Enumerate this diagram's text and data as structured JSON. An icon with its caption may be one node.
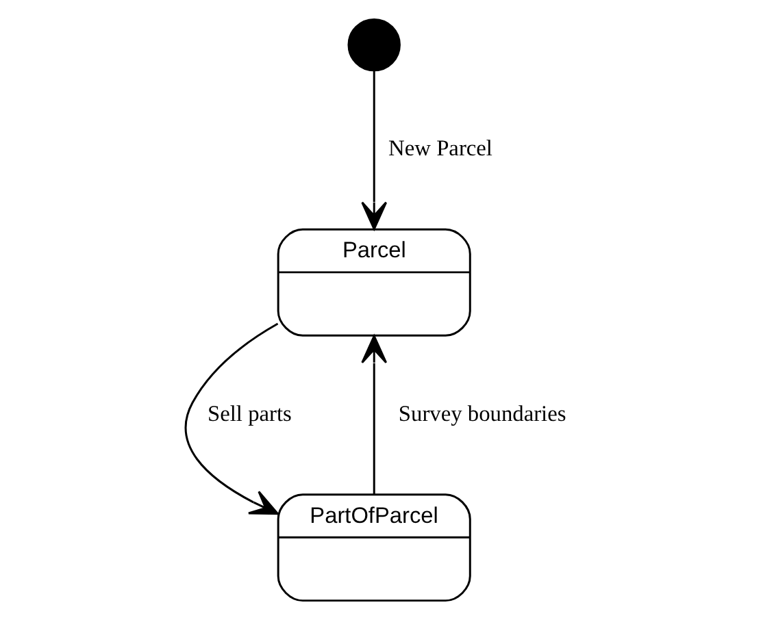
{
  "diagram": {
    "nodes": [
      {
        "text": [],
        "shape": "circle"
      },
      {
        "text": [
          "Parcel"
        ]
      },
      {
        "text": [
          "PartOfParcel"
        ]
      }
    ],
    "edges": [
      {
        "from": 0,
        "to": 1,
        "arrow": "to",
        "label": "New Parcel"
      },
      {
        "from": 1,
        "to": 2,
        "arrow": "to",
        "label": "Sell parts"
      },
      {
        "from": 2,
        "to": 1,
        "arrow": "to",
        "label": "Survey boundaries"
      }
    ]
  }
}
